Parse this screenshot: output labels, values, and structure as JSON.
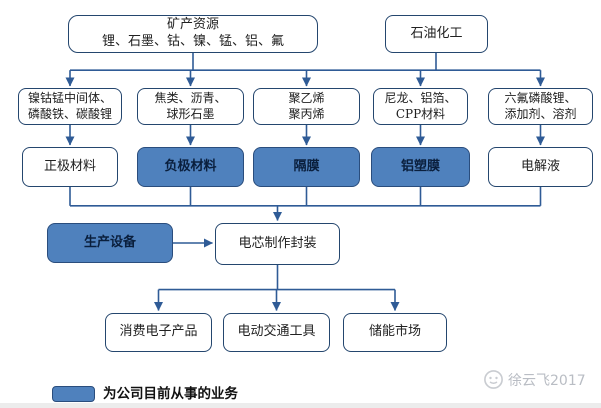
{
  "colors": {
    "accent_blue": "#4f81bd",
    "line_blue": "#2f5b96",
    "box_border": "#24466e",
    "text_dark": "#212121",
    "blue_box_text": "#0a1f3d",
    "watermark_gray": "#b9bdc4"
  },
  "flow": {
    "sources": {
      "mineral": {
        "title": "矿产资源",
        "subtitle": "锂、石墨、钴、镍、锰、铝、氟"
      },
      "petrochemical": {
        "title": "石油化工"
      }
    },
    "raw_materials": [
      {
        "lines": [
          "镍钴锰中间体、",
          "磷酸铁、碳酸锂"
        ]
      },
      {
        "lines": [
          "焦类、沥青、",
          "球形石墨"
        ]
      },
      {
        "lines": [
          "聚乙烯",
          "聚丙烯"
        ]
      },
      {
        "lines": [
          "尼龙、铝箔、",
          "CPP材料"
        ]
      },
      {
        "lines": [
          "六氟磷酸锂、",
          "添加剂、溶剂"
        ]
      }
    ],
    "components": [
      {
        "label": "正极材料",
        "highlighted": false
      },
      {
        "label": "负极材料",
        "highlighted": true
      },
      {
        "label": "隔膜",
        "highlighted": true
      },
      {
        "label": "铝塑膜",
        "highlighted": true
      },
      {
        "label": "电解液",
        "highlighted": false
      }
    ],
    "equipment": {
      "label": "生产设备",
      "highlighted": true
    },
    "assembly": {
      "label": "电芯制作封装",
      "highlighted": false
    },
    "markets": [
      {
        "label": "消费电子产品"
      },
      {
        "label": "电动交通工具"
      },
      {
        "label": "储能市场"
      }
    ],
    "legend": {
      "swatch_color": "#4f81bd",
      "label": "为公司目前从事的业务"
    },
    "watermark": {
      "icon": "smiley-face-icon",
      "label": "徐云飞2017"
    }
  }
}
